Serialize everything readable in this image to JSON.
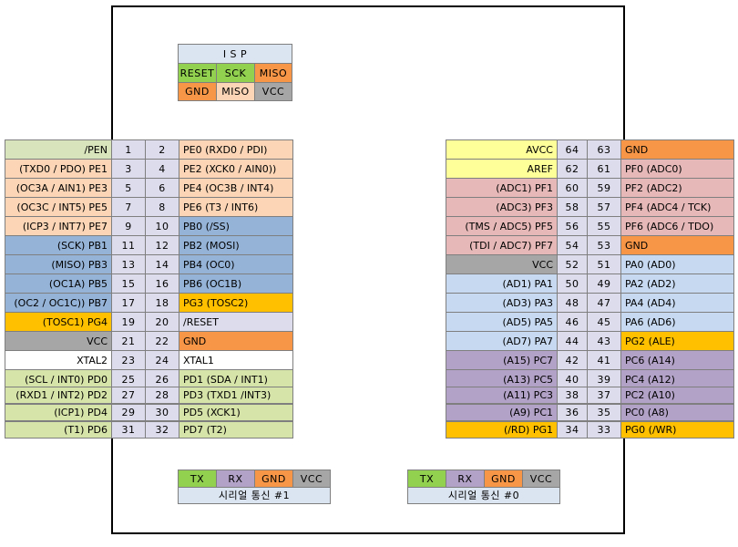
{
  "colors": {
    "lavender": "#dcdcec",
    "peach": "#fbd5b5",
    "steel": "#95b3d7",
    "green": "#c3d69b",
    "pale_green": "#d8e4bc",
    "lime": "#d7e4a9",
    "gold": "#ffc000",
    "orange": "#f79646",
    "gray": "#a6a6a6",
    "white": "#ffffff",
    "yellow": "#ffff99",
    "pink": "#e6b9b8",
    "light_blue": "#c6d9f0",
    "purple": "#b3a2c7",
    "sky": "#dbe5f1",
    "bright_green": "#92d050",
    "isp_header": "#dbe5f1"
  },
  "isp": {
    "title": "I S P",
    "row1": [
      {
        "label": "RESET",
        "color": "bright_green"
      },
      {
        "label": "SCK",
        "color": "bright_green"
      },
      {
        "label": "MISO",
        "color": "orange"
      }
    ],
    "row2": [
      {
        "label": "GND",
        "color": "orange"
      },
      {
        "label": "MISO",
        "color": "gray"
      },
      {
        "label": "VCC",
        "color": "gray"
      }
    ]
  },
  "left_pins": [
    {
      "a": "/PEN",
      "n1": "1",
      "n2": "2",
      "b": "PE0  (RXD0 / PDI)",
      "ca": "pale_green",
      "cb": "peach"
    },
    {
      "a": "(TXD0 / PDO)  PE1",
      "n1": "3",
      "n2": "4",
      "b": "PE2  (XCK0 / AIN0))",
      "ca": "peach",
      "cb": "peach"
    },
    {
      "a": "(OC3A / AIN1)  PE3",
      "n1": "5",
      "n2": "6",
      "b": "PE4  (OC3B / INT4)",
      "ca": "peach",
      "cb": "peach"
    },
    {
      "a": "(OC3C / INT5)  PE5",
      "n1": "7",
      "n2": "8",
      "b": "PE6  (T3 / INT6)",
      "ca": "peach",
      "cb": "peach"
    },
    {
      "a": "(ICP3 / INT7)  PE7",
      "n1": "9",
      "n2": "10",
      "b": "PB0  (/SS)",
      "ca": "peach",
      "cb": "steel"
    },
    {
      "a": "(SCK)  PB1",
      "n1": "11",
      "n2": "12",
      "b": "PB2  (MOSI)",
      "ca": "steel",
      "cb": "steel"
    },
    {
      "a": "(MISO)  PB3",
      "n1": "13",
      "n2": "14",
      "b": "PB4  (OC0)",
      "ca": "steel",
      "cb": "steel"
    },
    {
      "a": "(OC1A)  PB5",
      "n1": "15",
      "n2": "16",
      "b": "PB6  (OC1B)",
      "ca": "steel",
      "cb": "steel"
    },
    {
      "a": "(OC2 / OC1C))  PB7",
      "n1": "17",
      "n2": "18",
      "b": "PG3  (TOSC2)",
      "ca": "steel",
      "cb": "gold"
    },
    {
      "a": "(TOSC1)  PG4",
      "n1": "19",
      "n2": "20",
      "b": "/RESET",
      "ca": "gold",
      "cb": "lavender"
    },
    {
      "a": "VCC",
      "n1": "21",
      "n2": "22",
      "b": "GND",
      "ca": "gray",
      "cb": "orange"
    },
    {
      "a": "XTAL2",
      "n1": "23",
      "n2": "24",
      "b": "XTAL1",
      "ca": "white",
      "cb": "white"
    },
    {
      "a": "(SCL / INT0)  PD0",
      "n1": "25",
      "n2": "26",
      "b": "PD1  (SDA / INT1)",
      "ca": "lime",
      "cb": "lime"
    },
    {
      "a": "(RXD1 / INT2)  PD2",
      "n1": "27",
      "n2": "28",
      "b": "PD3  (TXD1  /INT3)",
      "ca": "lime",
      "cb": "lime"
    },
    {
      "a": "(ICP1)  PD4",
      "n1": "29",
      "n2": "30",
      "b": "PD5  (XCK1)",
      "ca": "lime",
      "cb": "lime"
    },
    {
      "a": "(T1)  PD6",
      "n1": "31",
      "n2": "32",
      "b": "PD7  (T2)",
      "ca": "lime",
      "cb": "lime"
    }
  ],
  "right_pins": [
    {
      "a": "AVCC",
      "n1": "64",
      "n2": "63",
      "b": "GND",
      "ca": "yellow",
      "cb": "orange"
    },
    {
      "a": "AREF",
      "n1": "62",
      "n2": "61",
      "b": "PF0  (ADC0)",
      "ca": "yellow",
      "cb": "pink"
    },
    {
      "a": "(ADC1)  PF1",
      "n1": "60",
      "n2": "59",
      "b": "PF2  (ADC2)",
      "ca": "pink",
      "cb": "pink"
    },
    {
      "a": "(ADC3)  PF3",
      "n1": "58",
      "n2": "57",
      "b": "PF4  (ADC4 / TCK)",
      "ca": "pink",
      "cb": "pink"
    },
    {
      "a": "(TMS / ADC5)  PF5",
      "n1": "56",
      "n2": "55",
      "b": "PF6  (ADC6 / TDO)",
      "ca": "pink",
      "cb": "pink"
    },
    {
      "a": "(TDI / ADC7)  PF7",
      "n1": "54",
      "n2": "53",
      "b": "GND",
      "ca": "pink",
      "cb": "orange"
    },
    {
      "a": "VCC",
      "n1": "52",
      "n2": "51",
      "b": "PA0  (AD0)",
      "ca": "gray",
      "cb": "light_blue"
    },
    {
      "a": "(AD1)  PA1",
      "n1": "50",
      "n2": "49",
      "b": "PA2  (AD2)",
      "ca": "light_blue",
      "cb": "light_blue"
    },
    {
      "a": "(AD3)  PA3",
      "n1": "48",
      "n2": "47",
      "b": "PA4  (AD4)",
      "ca": "light_blue",
      "cb": "light_blue"
    },
    {
      "a": "(AD5)  PA5",
      "n1": "46",
      "n2": "45",
      "b": "PA6  (AD6)",
      "ca": "light_blue",
      "cb": "light_blue"
    },
    {
      "a": "(AD7)  PA7",
      "n1": "44",
      "n2": "43",
      "b": "PG2  (ALE)",
      "ca": "light_blue",
      "cb": "gold"
    },
    {
      "a": "(A15)  PC7",
      "n1": "42",
      "n2": "41",
      "b": "PC6  (A14)",
      "ca": "purple",
      "cb": "purple"
    },
    {
      "a": "(A13)  PC5",
      "n1": "40",
      "n2": "39",
      "b": "PC4  (A12)",
      "ca": "purple",
      "cb": "purple"
    },
    {
      "a": "(A11)  PC3",
      "n1": "38",
      "n2": "37",
      "b": "PC2  (A10)",
      "ca": "purple",
      "cb": "purple"
    },
    {
      "a": "(A9)  PC1",
      "n1": "36",
      "n2": "35",
      "b": "PC0  (A8)",
      "ca": "purple",
      "cb": "purple"
    },
    {
      "a": "(/RD)  PG1",
      "n1": "34",
      "n2": "33",
      "b": "PG0  (/WR)",
      "ca": "gold",
      "cb": "gold"
    }
  ],
  "serial1": {
    "cells": [
      {
        "label": "TX",
        "color": "bright_green"
      },
      {
        "label": "RX",
        "color": "purple"
      },
      {
        "label": "GND",
        "color": "orange"
      },
      {
        "label": "VCC",
        "color": "gray"
      }
    ],
    "caption": "시리얼 통신 #1"
  },
  "serial0": {
    "cells": [
      {
        "label": "TX",
        "color": "bright_green"
      },
      {
        "label": "RX",
        "color": "purple"
      },
      {
        "label": "GND",
        "color": "orange"
      },
      {
        "label": "VCC",
        "color": "gray"
      }
    ],
    "caption": "시리얼 통신 #0"
  }
}
